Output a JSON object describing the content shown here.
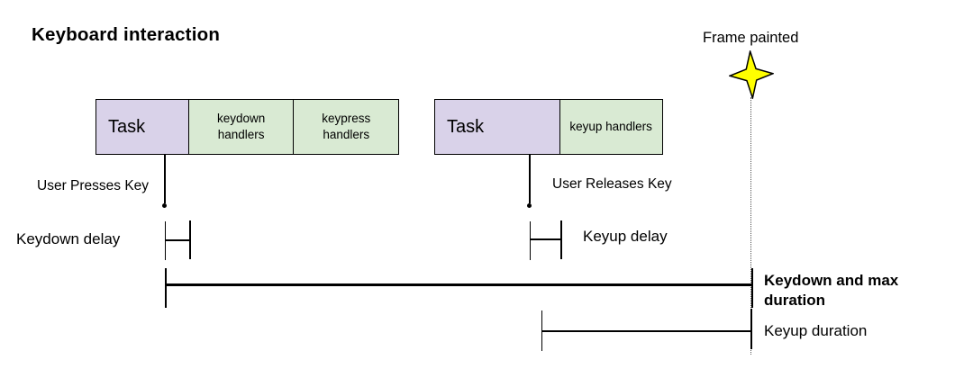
{
  "title": "Keyboard interaction",
  "frame_marker": {
    "label": "Frame painted",
    "icon": "four-point-star"
  },
  "keydown_group": {
    "task_label": "Task",
    "handlers": [
      "keydown handlers",
      "keypress handlers"
    ],
    "event_label": "User Presses Key",
    "delay_label": "Keydown delay",
    "duration_label": "Keydown and max duration"
  },
  "keyup_group": {
    "task_label": "Task",
    "handlers": [
      "keyup handlers"
    ],
    "event_label": "User Releases Key",
    "delay_label": "Keyup delay",
    "duration_label": "Keyup duration"
  },
  "colors": {
    "task_fill": "#d9d2e9",
    "handlers_fill": "#d9ead3",
    "star_fill": "#ffff00",
    "line_color": "#000000"
  }
}
